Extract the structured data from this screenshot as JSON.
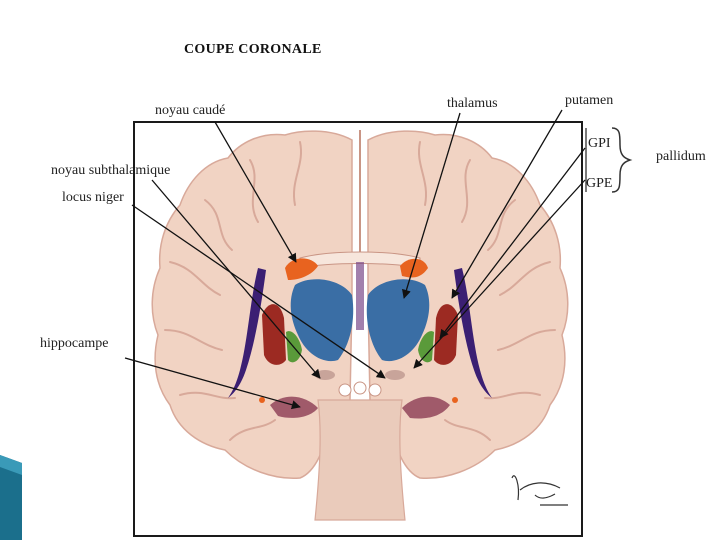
{
  "title": "COUPE CORONALE",
  "labels": {
    "noyau_caude": "noyau caudé",
    "thalamus": "thalamus",
    "putamen": "putamen",
    "noyau_subthalamique": "noyau subthalamique",
    "locus_niger": "locus niger",
    "gpi": "GPI",
    "gpe": "GPE",
    "pallidum": "pallidum",
    "hippocampe": "hippocampe"
  },
  "signature": "Fournié 1998",
  "colors": {
    "brain_tissue": "#f1d3c3",
    "gyri_outline": "#d8a99a",
    "caudate": "#e8631f",
    "thalamus": "#3a6ea5",
    "putamen": "#9c2a22",
    "pallidum": "#5a9a3a",
    "insula_cortex": "#3b1f73",
    "hippocampus": "#a05a6a",
    "arrow": "#111111",
    "frame": "#1a1a1a",
    "corner_accent": "#1b6f8c"
  }
}
